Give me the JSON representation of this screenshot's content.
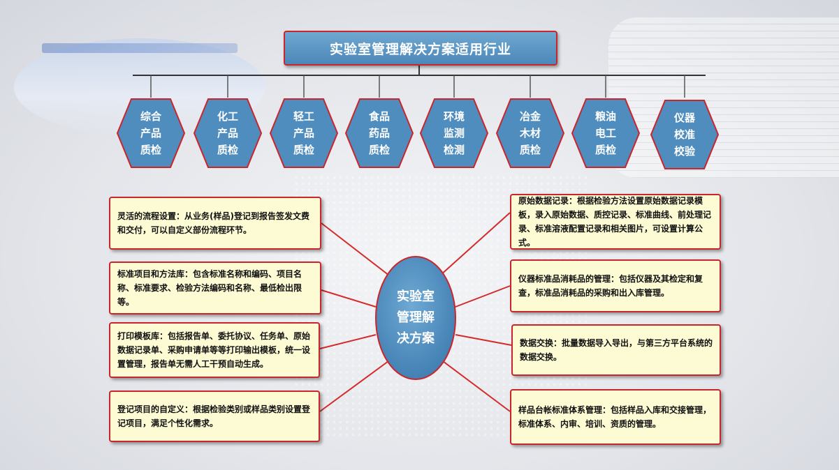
{
  "title": "实验室管理解决方案适用行业",
  "industries": [
    {
      "label": "综合\n产品\n质检"
    },
    {
      "label": "化工\n产品\n质检"
    },
    {
      "label": "轻工\n产品\n质检"
    },
    {
      "label": "食品\n药品\n质检"
    },
    {
      "label": "环境\n监测\n检测"
    },
    {
      "label": "冶金\n木材\n质检"
    },
    {
      "label": "粮油\n电工\n质检"
    },
    {
      "label": "仪器\n校准\n校验"
    }
  ],
  "center": {
    "label": "实验室\n管理解\n决方案"
  },
  "features_left": [
    {
      "text": "灵活的流程设置：从业务(样品)登记到报告签发文费和交付，可以自定义部份流程环节。"
    },
    {
      "text": "标准项目和方法库：包含标准名称和编码、项目名称、标准要求、检验方法编码和名称、最低检出限等。"
    },
    {
      "text": "打印模板库：包括报告单、委托协议、任务单、原始数据记录单、采购申请单等等打印输出模板，统一设置管理，报告单无需人工干预自动生成。"
    },
    {
      "text": "登记项目的自定义：根据检验类别或样品类别设置登记项目，满足个性化需求。"
    }
  ],
  "features_right": [
    {
      "text": "原始数据记录：根据检验方法设置原始数据记录模板，录入原始数据、质控记录、标准曲线、前处理记录、标准溶液配置记录和相关图片，可设置计算公式。"
    },
    {
      "text": "仪器标准品消耗品的管理：包括仪器及其检定和复查，标准品消耗品的采购和出入库管理。"
    },
    {
      "text": "数据交换：批量数据导入导出，与第三方平台系统的数据交换。"
    },
    {
      "text": "样品台帐标准体系管理：包括样品入库和交接管理，标准体系、内审、培训、资质的管理。"
    }
  ],
  "colors": {
    "accent_border": "#c8262c",
    "shape_fill": "#4f8dbf",
    "note_fill": "#fdfbd4"
  }
}
